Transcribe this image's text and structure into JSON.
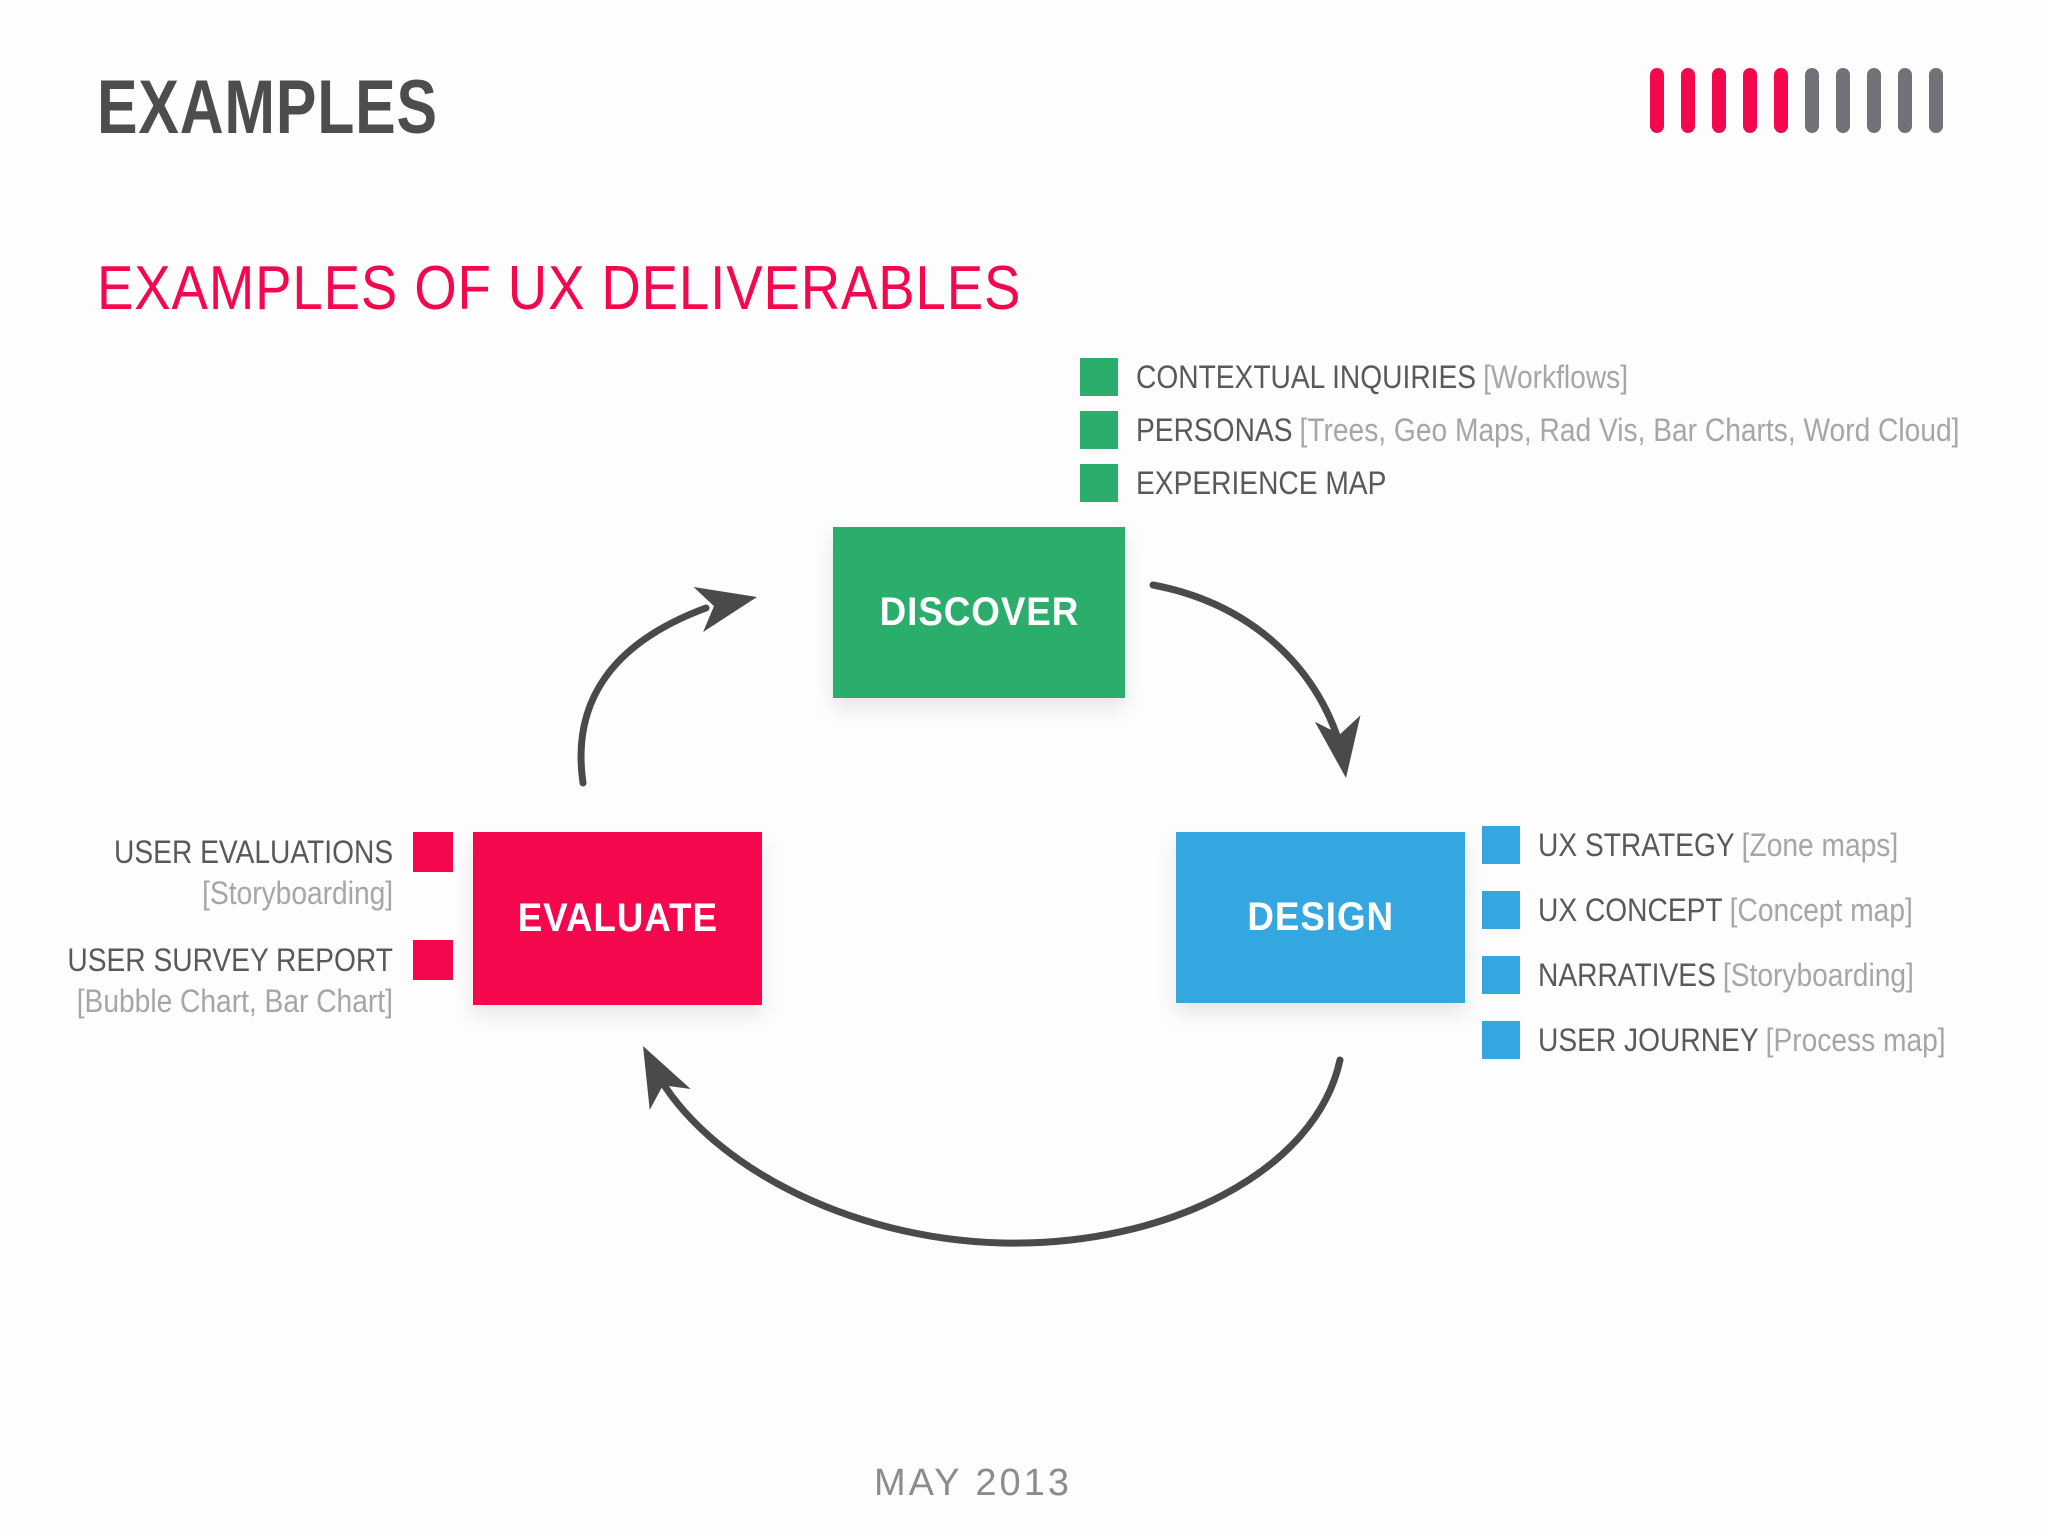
{
  "page": {
    "title": "EXAMPLES",
    "subtitle": "EXAMPLES OF UX DELIVERABLES",
    "footer": "MAY 2013"
  },
  "colors": {
    "pink": "#f5074e",
    "green": "#2bad6c",
    "blue": "#35a7e0",
    "title_gray": "#4d4d4f",
    "text_gray": "#59595c",
    "note_gray": "#a6a6aa",
    "bar_gray": "#717177",
    "arrow_gray": "#4a4a4d"
  },
  "decoration": {
    "bars": {
      "pink_count": 5,
      "gray_count": 5
    }
  },
  "cycle": {
    "discover": {
      "label": "DISCOVER"
    },
    "design": {
      "label": "DESIGN"
    },
    "evaluate": {
      "label": "EVALUATE"
    }
  },
  "lists": {
    "discover": {
      "items": [
        {
          "label": "CONTEXTUAL INQUIRIES",
          "note": "[Workflows]"
        },
        {
          "label": "PERSONAS",
          "note": "[Trees, Geo Maps, Rad Vis, Bar Charts, Word Cloud]"
        },
        {
          "label": "EXPERIENCE MAP",
          "note": ""
        }
      ]
    },
    "design": {
      "items": [
        {
          "label": "UX STRATEGY",
          "note": "[Zone maps]"
        },
        {
          "label": "UX CONCEPT",
          "note": "[Concept map]"
        },
        {
          "label": "NARRATIVES",
          "note": "[Storyboarding]"
        },
        {
          "label": "USER JOURNEY",
          "note": "[Process map]"
        }
      ]
    },
    "evaluate": {
      "items": [
        {
          "label": "USER EVALUATIONS",
          "note": "[Storyboarding]"
        },
        {
          "label": "USER SURVEY REPORT",
          "note": "[Bubble Chart, Bar Chart]"
        }
      ]
    }
  }
}
